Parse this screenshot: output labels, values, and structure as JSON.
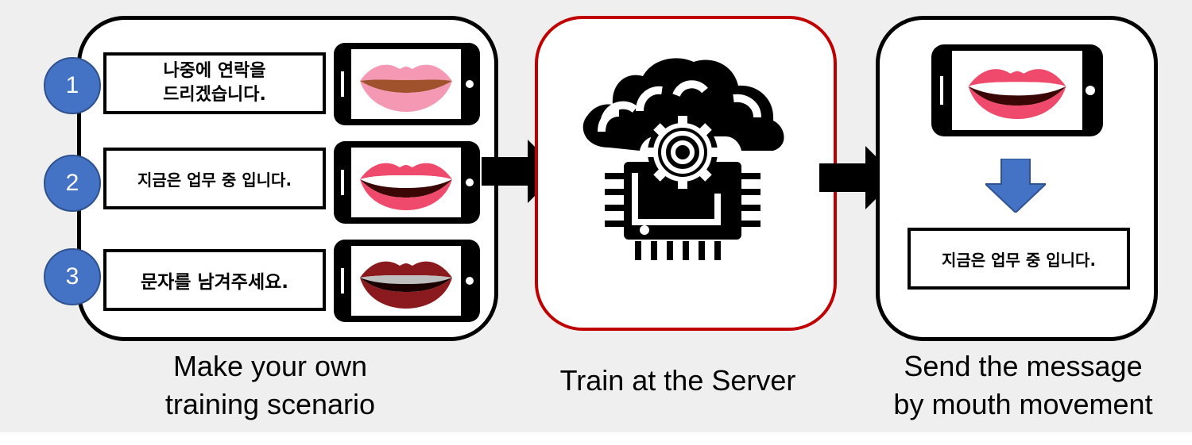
{
  "scenarios": [
    {
      "number": "1",
      "line1": "나중에 연락을",
      "line2": "드리겠습니다."
    },
    {
      "number": "2",
      "text": "지금은 업무 중 입니다."
    },
    {
      "number": "3",
      "text": "문자를 남겨주세요."
    }
  ],
  "captions": {
    "left_line1": "Make your own",
    "left_line2": "training scenario",
    "middle": "Train at the Server",
    "right_line1": "Send the message",
    "right_line2": "by mouth movement"
  },
  "result_message": "지금은 업무 중 입니다.",
  "colors": {
    "circle_fill": "#4472c4",
    "server_border": "#c00000",
    "down_arrow": "#4472c4",
    "lips_pink_light": "#f598b4",
    "lips_pink": "#ef4a6b",
    "lips_dark_red": "#8b1a1f"
  },
  "icons": {
    "phone": "smartphone-icon",
    "lips": "lips-icon",
    "server": "cloud-gear-chip-icon"
  }
}
